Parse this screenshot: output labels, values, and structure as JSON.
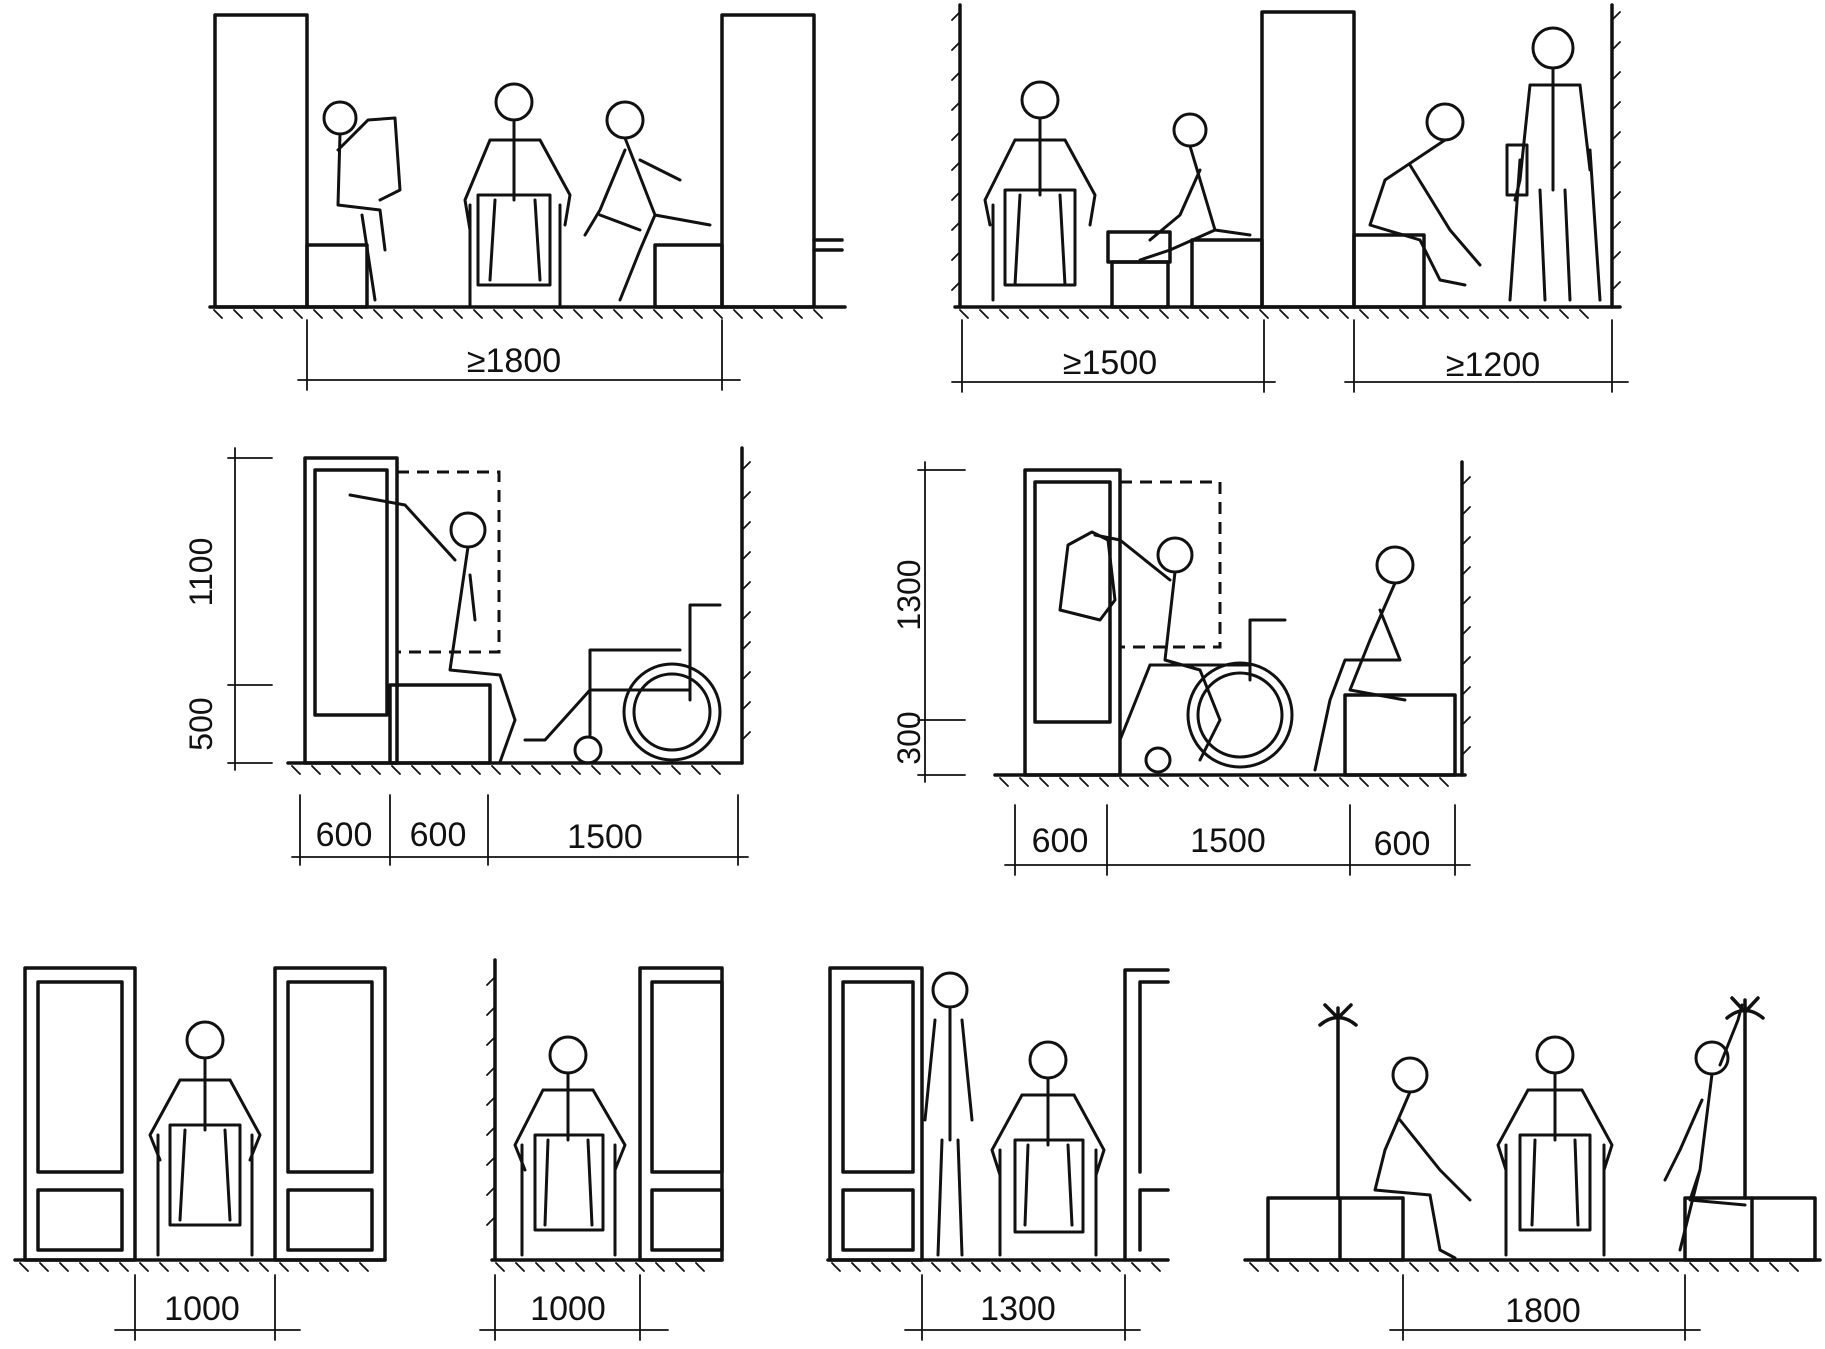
{
  "dimensions": {
    "panel1_width": "≥1800",
    "panel2_width_a": "≥1500",
    "panel2_width_b": "≥1200",
    "panel3_width_a": "600",
    "panel3_width_b": "600",
    "panel3_width_c": "1500",
    "panel3_height_a": "1100",
    "panel3_height_b": "500",
    "panel4_width_a": "600",
    "panel4_width_b": "1500",
    "panel4_width_c": "600",
    "panel4_height_a": "1300",
    "panel4_height_b": "300",
    "panel5_width": "1000",
    "panel6_width": "1000",
    "panel7_width": "1300",
    "panel8_width": "1800"
  }
}
